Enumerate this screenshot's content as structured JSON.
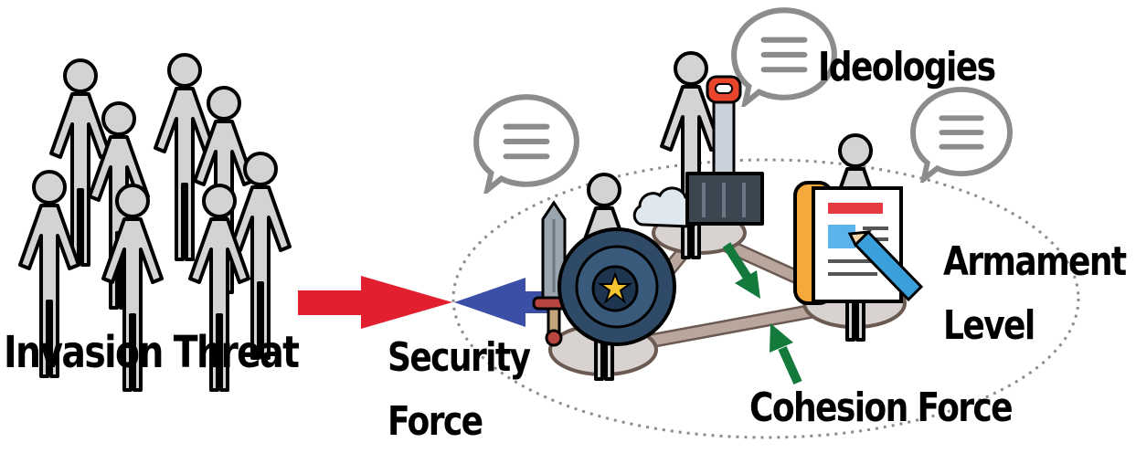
{
  "labels": {
    "invasion_threat": "Invasion Threat",
    "security_force_line1": "Security",
    "security_force_line2": "Force",
    "ideologies": "Ideologies",
    "armament_line1": "Armament",
    "armament_line2": "Level",
    "cohesion_force": "Cohesion Force"
  },
  "colors": {
    "person_fill": "#d3d3d3",
    "outline": "#000000",
    "invasion_arrow": "#e21f2f",
    "security_arrow": "#3b4fa6",
    "cohesion_arrow": "#137a3c",
    "group_ellipse": "#8c8c8c",
    "speech_bubble": "#8c8c8c",
    "platform_fill": "#d8d2d0",
    "link_fill": "#b9a79e",
    "shield_fill": "#2e4a66",
    "star_fill": "#f4c430",
    "shovel_blade": "#3c4651",
    "shovel_handle": "#e8452c",
    "scroll_fill": "#f6a93b",
    "pencil_fill": "#3aa0dc",
    "cloud_fill": "#dfe7ef"
  },
  "icons": [
    "crowd-person-icon",
    "speech-bubble-icon",
    "shield-icon",
    "sword-icon",
    "shovel-icon",
    "scroll-document-icon",
    "pencil-icon",
    "cloud-icon"
  ]
}
